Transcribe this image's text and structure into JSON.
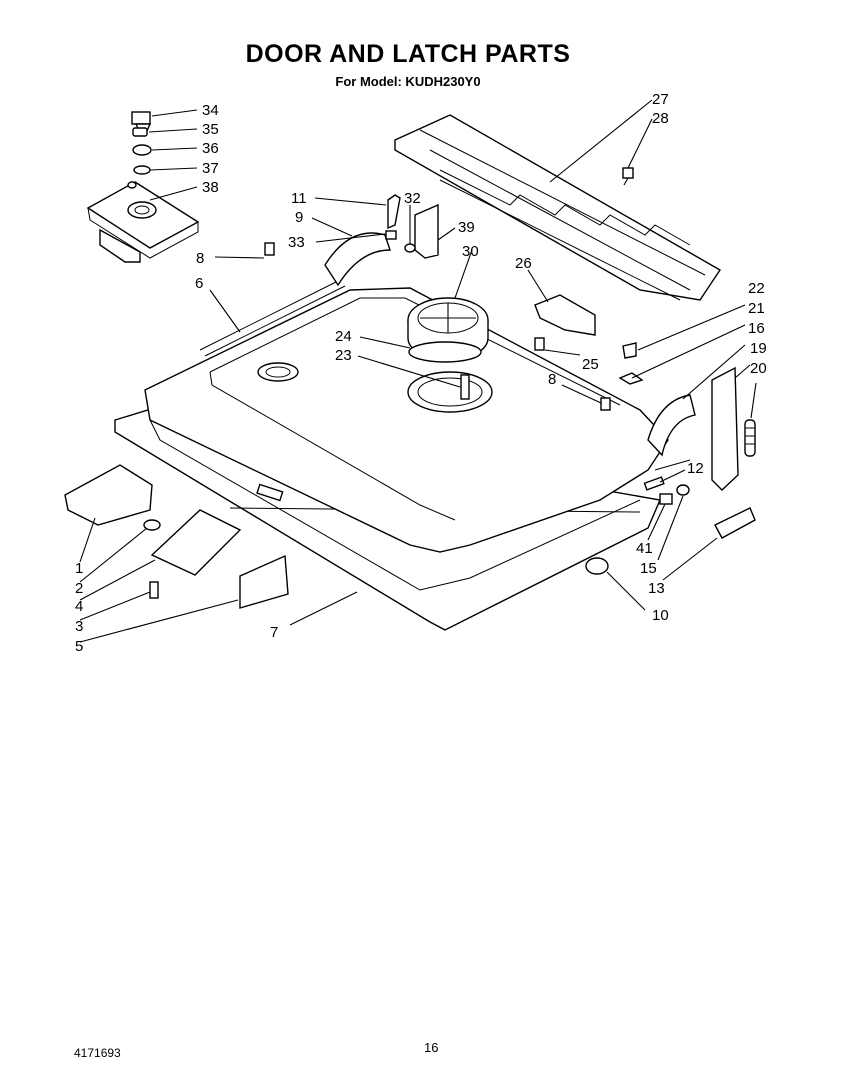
{
  "page": {
    "title": "DOOR AND LATCH PARTS",
    "subtitle": "For Model: KUDH230Y0",
    "doc_number": "4171693",
    "page_number": "16"
  },
  "labels": [
    {
      "id": "34",
      "text": "34"
    },
    {
      "id": "35",
      "text": "35"
    },
    {
      "id": "36",
      "text": "36"
    },
    {
      "id": "37",
      "text": "37"
    },
    {
      "id": "38",
      "text": "38"
    },
    {
      "id": "27",
      "text": "27"
    },
    {
      "id": "28",
      "text": "28"
    },
    {
      "id": "11",
      "text": "11"
    },
    {
      "id": "32",
      "text": "32"
    },
    {
      "id": "9",
      "text": "9"
    },
    {
      "id": "39",
      "text": "39"
    },
    {
      "id": "33",
      "text": "33"
    },
    {
      "id": "30",
      "text": "30"
    },
    {
      "id": "8a",
      "text": "8"
    },
    {
      "id": "26",
      "text": "26"
    },
    {
      "id": "6",
      "text": "6"
    },
    {
      "id": "22",
      "text": "22"
    },
    {
      "id": "21",
      "text": "21"
    },
    {
      "id": "16",
      "text": "16"
    },
    {
      "id": "24",
      "text": "24"
    },
    {
      "id": "19",
      "text": "19"
    },
    {
      "id": "23",
      "text": "23"
    },
    {
      "id": "25",
      "text": "25"
    },
    {
      "id": "20",
      "text": "20"
    },
    {
      "id": "8b",
      "text": "8"
    },
    {
      "id": "12",
      "text": "12"
    },
    {
      "id": "1",
      "text": "1"
    },
    {
      "id": "2",
      "text": "2"
    },
    {
      "id": "41",
      "text": "41"
    },
    {
      "id": "4",
      "text": "4"
    },
    {
      "id": "15",
      "text": "15"
    },
    {
      "id": "3",
      "text": "3"
    },
    {
      "id": "13",
      "text": "13"
    },
    {
      "id": "10",
      "text": "10"
    },
    {
      "id": "5",
      "text": "5"
    },
    {
      "id": "7",
      "text": "7"
    }
  ]
}
